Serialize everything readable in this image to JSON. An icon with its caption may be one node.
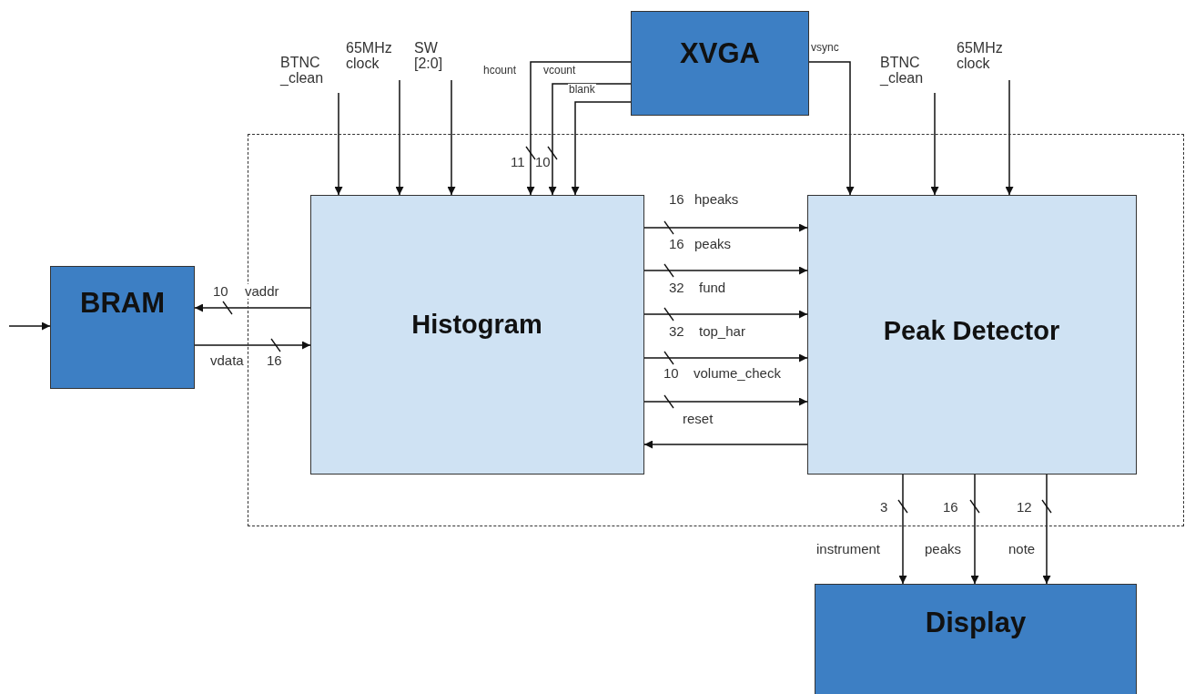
{
  "diagram": {
    "nodes": [
      {
        "text": [
          "XVGA"
        ]
      },
      {
        "text": [
          "BTNC _clean"
        ]
      },
      {
        "text": [
          "65MHz clock"
        ]
      },
      {
        "text": [
          "SW [2:0]"
        ]
      },
      {
        "text": [
          "BTNC _clean"
        ]
      },
      {
        "text": [
          "65MHz clock"
        ]
      },
      {
        "text": [],
        "shape": "box"
      },
      {
        "text": [
          "Histogram"
        ],
        "in": 6
      },
      {
        "text": [
          "Peak Detector"
        ],
        "in": 6
      },
      {
        "text": [
          "BRAM"
        ]
      },
      {
        "text": [
          "Display"
        ]
      }
    ],
    "edges": [
      {
        "from": null,
        "to": 9,
        "arrow": "to"
      },
      {
        "from": 1,
        "to": 7,
        "arrow": "to"
      },
      {
        "from": 2,
        "to": 7,
        "arrow": "to"
      },
      {
        "from": 3,
        "to": 7,
        "arrow": "to"
      },
      {
        "from": 0,
        "to": 7,
        "arrow": "to",
        "label": "hcount"
      },
      {
        "from": 0,
        "to": 7,
        "arrow": "to",
        "label": "vcount"
      },
      {
        "from": 0,
        "to": 7,
        "arrow": "to",
        "label": "blank"
      },
      {
        "from": 0,
        "to": 8,
        "arrow": "to",
        "label": "vsync"
      },
      {
        "from": 4,
        "to": 8,
        "arrow": "to"
      },
      {
        "from": 5,
        "to": 8,
        "arrow": "to"
      },
      {
        "from": 7,
        "to": 8,
        "arrow": "to",
        "label": "hpeaks"
      },
      {
        "from": 7,
        "to": 8,
        "arrow": "to",
        "label": "peaks"
      },
      {
        "from": 7,
        "to": 8,
        "arrow": "to",
        "label": "fund"
      },
      {
        "from": 7,
        "to": 8,
        "arrow": "to",
        "label": "top_har"
      },
      {
        "from": 7,
        "to": 8,
        "arrow": "to",
        "label": "volume_check"
      },
      {
        "from": 8,
        "to": 7,
        "arrow": "to",
        "label": "reset"
      },
      {
        "from": 7,
        "to": 9,
        "arrow": "to",
        "label": "vaddr"
      },
      {
        "from": 9,
        "to": 7,
        "arrow": "to",
        "label": "vdata"
      },
      {
        "from": 8,
        "to": 10,
        "arrow": "to",
        "label": "instrument"
      },
      {
        "from": 8,
        "to": 10,
        "arrow": "to",
        "label": "peaks"
      },
      {
        "from": 8,
        "to": 10,
        "arrow": "to",
        "label": "note"
      }
    ],
    "labels": [
      "11",
      "10",
      "16",
      "16",
      "32",
      "32",
      "10",
      "10",
      "16",
      "3",
      "16",
      "12"
    ]
  }
}
